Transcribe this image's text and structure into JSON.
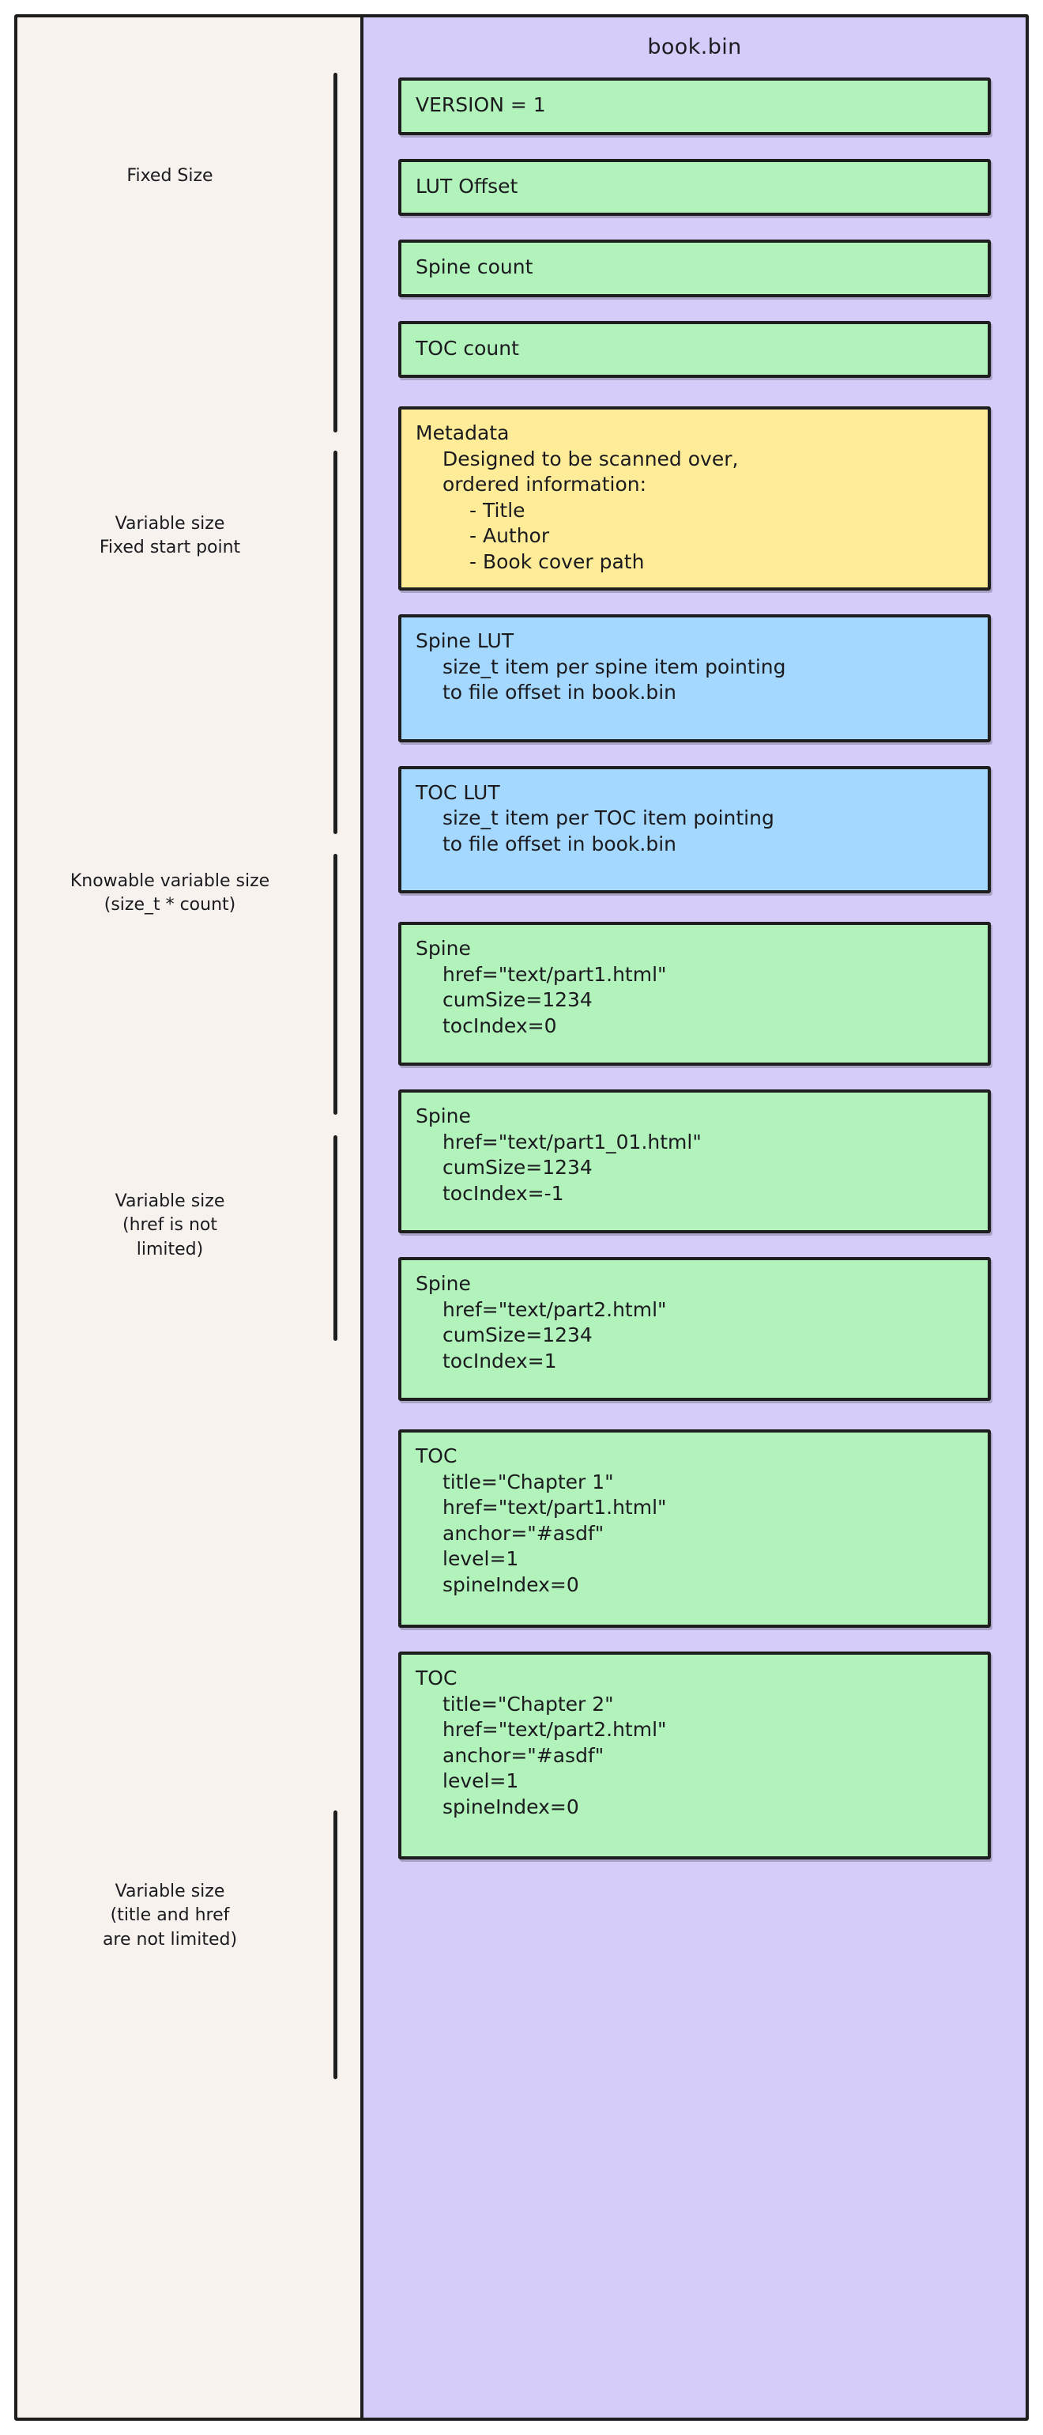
{
  "diagram": {
    "panel_title": "book.bin",
    "colors": {
      "page_background": "#ffffff",
      "outer_panel": "#f7f2ee",
      "inner_panel": "#d6ccf9",
      "stroke": "#1e1e1e",
      "green_card": "#b2f2bb",
      "yellow_card": "#ffec99",
      "blue_card": "#a5d8ff"
    },
    "sections": [
      {
        "label_lines": [
          "Fixed Size"
        ]
      },
      {
        "label_lines": [
          "Variable size",
          "Fixed start point"
        ]
      },
      {
        "label_lines": [
          "Knowable variable size",
          "(size_t * count)"
        ]
      },
      {
        "label_lines": [
          "Variable size",
          "(href is not",
          "limited)"
        ]
      },
      {
        "label_lines": [
          "Variable size",
          "(title and href",
          "are not limited)"
        ]
      }
    ],
    "cards": [
      {
        "name": "version",
        "color": "green",
        "lines": [
          {
            "text": "VERSION = 1",
            "indent": 0
          }
        ]
      },
      {
        "name": "lut-offset",
        "color": "green",
        "lines": [
          {
            "text": "LUT Offset",
            "indent": 0
          }
        ]
      },
      {
        "name": "spine-count",
        "color": "green",
        "lines": [
          {
            "text": "Spine count",
            "indent": 0
          }
        ]
      },
      {
        "name": "toc-count",
        "color": "green",
        "lines": [
          {
            "text": "TOC count",
            "indent": 0
          }
        ]
      },
      {
        "name": "metadata",
        "color": "yellow",
        "lines": [
          {
            "text": "Metadata",
            "indent": 0
          },
          {
            "text": "Designed to be scanned over,",
            "indent": 1
          },
          {
            "text": "ordered information:",
            "indent": 1
          },
          {
            "text": "- Title",
            "indent": 2
          },
          {
            "text": "- Author",
            "indent": 2
          },
          {
            "text": "- Book cover path",
            "indent": 2
          }
        ]
      },
      {
        "name": "spine-lut",
        "color": "blue",
        "lines": [
          {
            "text": "Spine LUT",
            "indent": 0
          },
          {
            "text": "size_t item per spine item pointing",
            "indent": 1
          },
          {
            "text": "to file offset in book.bin",
            "indent": 1
          }
        ]
      },
      {
        "name": "toc-lut",
        "color": "blue",
        "lines": [
          {
            "text": "TOC LUT",
            "indent": 0
          },
          {
            "text": "size_t item per TOC item pointing",
            "indent": 1
          },
          {
            "text": "to file offset in book.bin",
            "indent": 1
          }
        ]
      },
      {
        "name": "spine-1",
        "color": "green",
        "lines": [
          {
            "text": "Spine",
            "indent": 0
          },
          {
            "text": "href=\"text/part1.html\"",
            "indent": 1
          },
          {
            "text": "cumSize=1234",
            "indent": 1
          },
          {
            "text": "tocIndex=0",
            "indent": 1
          }
        ]
      },
      {
        "name": "spine-2",
        "color": "green",
        "lines": [
          {
            "text": "Spine",
            "indent": 0
          },
          {
            "text": "href=\"text/part1_01.html\"",
            "indent": 1
          },
          {
            "text": "cumSize=1234",
            "indent": 1
          },
          {
            "text": "tocIndex=-1",
            "indent": 1
          }
        ]
      },
      {
        "name": "spine-3",
        "color": "green",
        "lines": [
          {
            "text": "Spine",
            "indent": 0
          },
          {
            "text": "href=\"text/part2.html\"",
            "indent": 1
          },
          {
            "text": "cumSize=1234",
            "indent": 1
          },
          {
            "text": "tocIndex=1",
            "indent": 1
          }
        ]
      },
      {
        "name": "toc-1",
        "color": "green",
        "lines": [
          {
            "text": "TOC",
            "indent": 0
          },
          {
            "text": "title=\"Chapter 1\"",
            "indent": 1
          },
          {
            "text": "href=\"text/part1.html\"",
            "indent": 1
          },
          {
            "text": "anchor=\"#asdf\"",
            "indent": 1
          },
          {
            "text": "level=1",
            "indent": 1
          },
          {
            "text": "spineIndex=0",
            "indent": 1
          }
        ]
      },
      {
        "name": "toc-2",
        "color": "green",
        "lines": [
          {
            "text": "TOC",
            "indent": 0
          },
          {
            "text": "title=\"Chapter 2\"",
            "indent": 1
          },
          {
            "text": "href=\"text/part2.html\"",
            "indent": 1
          },
          {
            "text": "anchor=\"#asdf\"",
            "indent": 1
          },
          {
            "text": "level=1",
            "indent": 1
          },
          {
            "text": "spineIndex=0",
            "indent": 1
          }
        ]
      }
    ]
  }
}
